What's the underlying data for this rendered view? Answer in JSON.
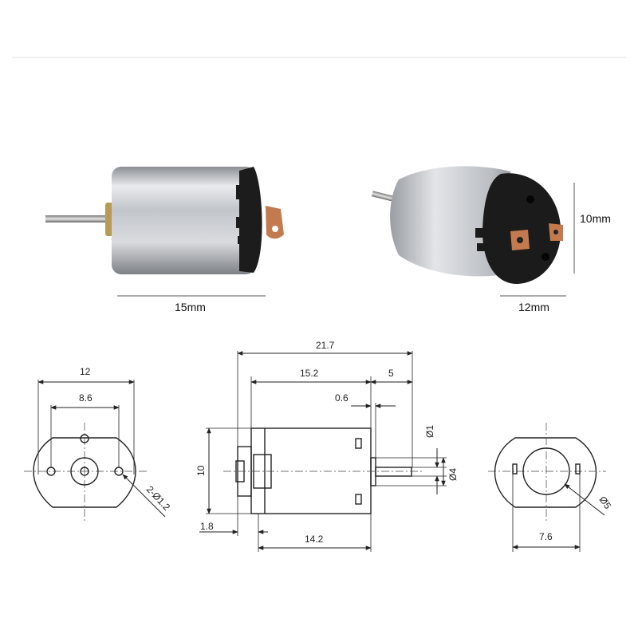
{
  "photo": {
    "length_label": "15mm",
    "height_label": "10mm",
    "width_label": "12mm"
  },
  "drawing": {
    "front": {
      "width_total": "12",
      "hole_spacing": "8.6",
      "hole_callout": "2-Ø1.2"
    },
    "side": {
      "overall_length": "21.7",
      "body_length": "15.2",
      "shaft_length": "5",
      "gap": "0.6",
      "height": "10",
      "shaft_dia": "Ø1",
      "boss_dia": "Ø4",
      "can_length": "14.2",
      "rear_offset": "1.8"
    },
    "rear": {
      "width": "7.6",
      "bore_dia": "Ø5"
    }
  }
}
